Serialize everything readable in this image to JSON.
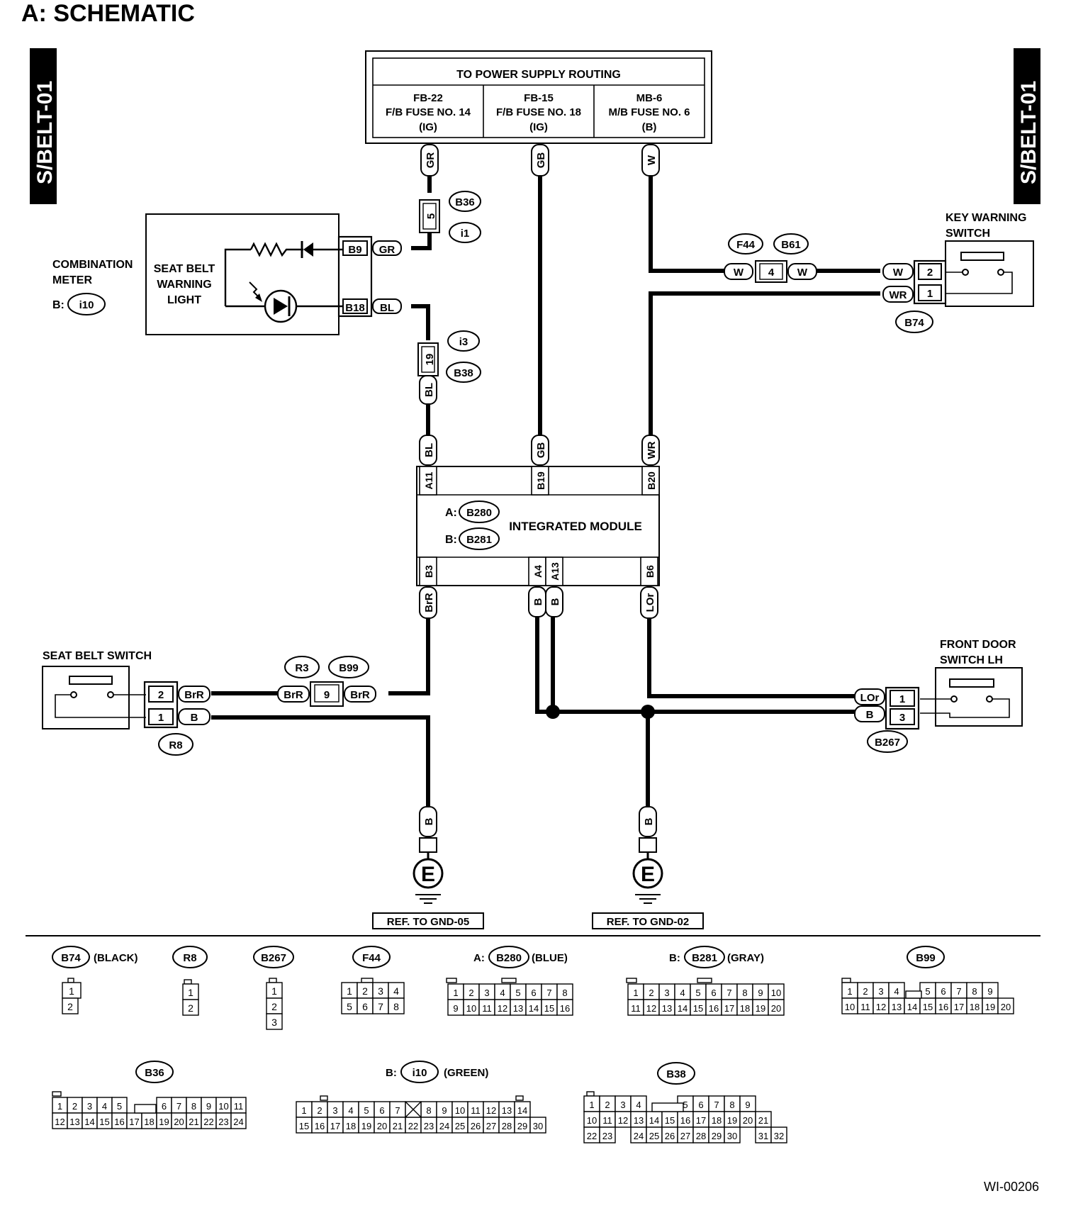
{
  "title": "A:  SCHEMATIC",
  "side_tab": "S/BELT-01",
  "figure_id": "WI-00206",
  "power_supply": {
    "header": "TO POWER SUPPLY ROUTING",
    "fuses": [
      {
        "id": "FB-22",
        "name": "F/B FUSE NO. 14",
        "type": "(IG)",
        "wire": "GR"
      },
      {
        "id": "FB-15",
        "name": "F/B FUSE NO. 18",
        "type": "(IG)",
        "wire": "GB"
      },
      {
        "id": "MB-6",
        "name": "M/B FUSE NO. 6",
        "type": "(B)",
        "wire": "W"
      }
    ]
  },
  "combination_meter": {
    "label": [
      "COMBINATION",
      "METER"
    ],
    "conn_prefix": "B:",
    "conn": "i10",
    "box_label": [
      "SEAT BELT",
      "WARNING",
      "LIGHT"
    ],
    "pins": [
      {
        "pin": "B9",
        "wire": "GR"
      },
      {
        "pin": "B18",
        "wire": "BL"
      }
    ]
  },
  "key_warning_switch": {
    "label": [
      "KEY WARNING",
      "SWITCH"
    ],
    "conn": "B74",
    "pins": [
      {
        "pin": "2",
        "wire": "W"
      },
      {
        "pin": "1",
        "wire": "WR"
      }
    ]
  },
  "seat_belt_switch": {
    "label": "SEAT BELT SWITCH",
    "conn": "R8",
    "pins": [
      {
        "pin": "2",
        "wire": "BrR"
      },
      {
        "pin": "1",
        "wire": "B"
      }
    ]
  },
  "front_door_switch": {
    "label": [
      "FRONT DOOR",
      "SWITCH LH"
    ],
    "conn": "B267",
    "pins": [
      {
        "pin": "1",
        "wire": "LOr"
      },
      {
        "pin": "3",
        "wire": "B"
      }
    ]
  },
  "integrated_module": {
    "label": "INTEGRATED MODULE",
    "conn_a_prefix": "A:",
    "conn_a": "B280",
    "conn_b_prefix": "B:",
    "conn_b": "B281",
    "top_pins": [
      {
        "pin": "A11",
        "wire": "BL"
      },
      {
        "pin": "B19",
        "wire": "GB"
      },
      {
        "pin": "B20",
        "wire": "WR"
      }
    ],
    "bottom_pins": [
      {
        "pin": "B3",
        "wire": "BrR"
      },
      {
        "pin": "A4",
        "wire": "B"
      },
      {
        "pin": "A13",
        "wire": "B"
      },
      {
        "pin": "B6",
        "wire": "LOr"
      }
    ]
  },
  "inline_connectors": {
    "b36_i1": {
      "top": "B36",
      "bottom": "i1",
      "pin": "5"
    },
    "i3_b38": {
      "top": "i3",
      "bottom": "B38",
      "pin": "19",
      "wire": "BL"
    },
    "f44_b61": {
      "left": "F44",
      "right": "B61",
      "pin": "4",
      "wire_l": "W",
      "wire_r": "W"
    },
    "r3_b99": {
      "left": "R3",
      "right": "B99",
      "pin": "9",
      "wire_l": "BrR",
      "wire_r": "BrR"
    }
  },
  "grounds": [
    {
      "wire": "B",
      "symbol": "E",
      "ref": "REF. TO GND-05"
    },
    {
      "wire": "B",
      "symbol": "E",
      "ref": "REF. TO GND-02"
    }
  ],
  "connector_legend": [
    {
      "name": "B74",
      "prefix": "",
      "color": "(BLACK)"
    },
    {
      "name": "R8",
      "prefix": "",
      "color": ""
    },
    {
      "name": "B267",
      "prefix": "",
      "color": ""
    },
    {
      "name": "F44",
      "prefix": "",
      "color": ""
    },
    {
      "name": "B280",
      "prefix": "A:",
      "color": "(BLUE)"
    },
    {
      "name": "B281",
      "prefix": "B:",
      "color": "(GRAY)"
    },
    {
      "name": "B99",
      "prefix": "",
      "color": ""
    },
    {
      "name": "B36",
      "prefix": "",
      "color": ""
    },
    {
      "name": "i10",
      "prefix": "B:",
      "color": "(GREEN)"
    },
    {
      "name": "B38",
      "prefix": "",
      "color": ""
    }
  ]
}
